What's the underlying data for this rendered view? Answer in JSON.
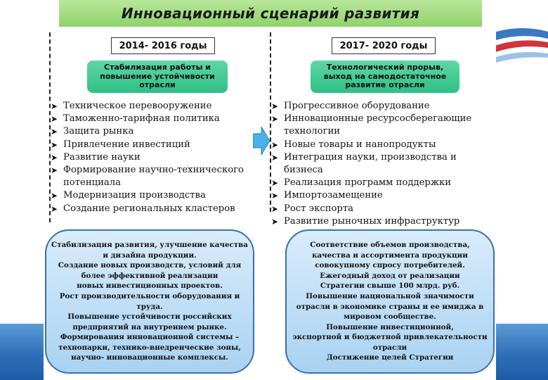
{
  "title": "Инновационный  сценарий развития",
  "left": {
    "period": "2014- 2016 годы",
    "goal": [
      "Стабилизация работы и",
      "повышение устойчивости",
      "отрасли"
    ],
    "items": [
      "Техническое  перевооружение",
      "Таможенно-тарифная политика",
      "Защита рынка",
      " Привлечение инвестиций",
      "Развитие науки",
      "Формирование научно-технического",
      "потенциала",
      "Модернизация производства",
      "Создание региональных кластеров"
    ],
    "summary": [
      "Стабилизация развития, улучшение качества",
      "и дизайна продукции.",
      "Создание новых производств, условий для",
      "более эффективной  реализации",
      "новых инвестиционных проектов.",
      "Рост производительности оборудования и труда.",
      "Повышение устойчивости российских",
      "предприятий    на внутреннем рынке.",
      "Формирования инновационной системы –",
      "технопарки, технико-внедренческие зоны,",
      "научно- инновационные комплексы."
    ]
  },
  "right": {
    "period": "2017- 2020 годы",
    "goal": [
      "Технологический прорыв,",
      "выход на самодостаточное",
      "развитие отрасли"
    ],
    "items": [
      "Прогрессивное оборудование",
      "Инновационные ресурсосберегающие",
      "технологии",
      "Новые товары и нанопродукты",
      "Интеграция науки,   производства и бизнеса",
      "Реализация программ поддержки",
      "Импортозамещение",
      "Рост экспорта",
      "Развитие рыночных инфраструктур"
    ],
    "summary": [
      "Соответствие объемов производства,",
      "качества и ассортимента продукции",
      "совокупному спросу потребителей.",
      "Ежегодный  доход   от  реализации",
      "Стратегии свыше 100 млрд. руб.",
      "Повышение  национальной значимости",
      "отрасли в экономике страны  и   ее   имиджа в",
      "мировом сообществе.",
      "Повышение инвестиционной,",
      "экспортной и бюджетной привлекательности",
      "отрасли",
      "Достижение целей Стратегии"
    ]
  },
  "colors": {
    "title_bar": "#8fd36a",
    "goal_box": "#2fbf86",
    "summary_box": "#a9d2f2",
    "summary_border": "#3b6fb0",
    "arrow": "#4ab0e8"
  },
  "icons": {
    "transition": "right-arrow-icon",
    "bullet": "arrow-bullet-icon"
  }
}
